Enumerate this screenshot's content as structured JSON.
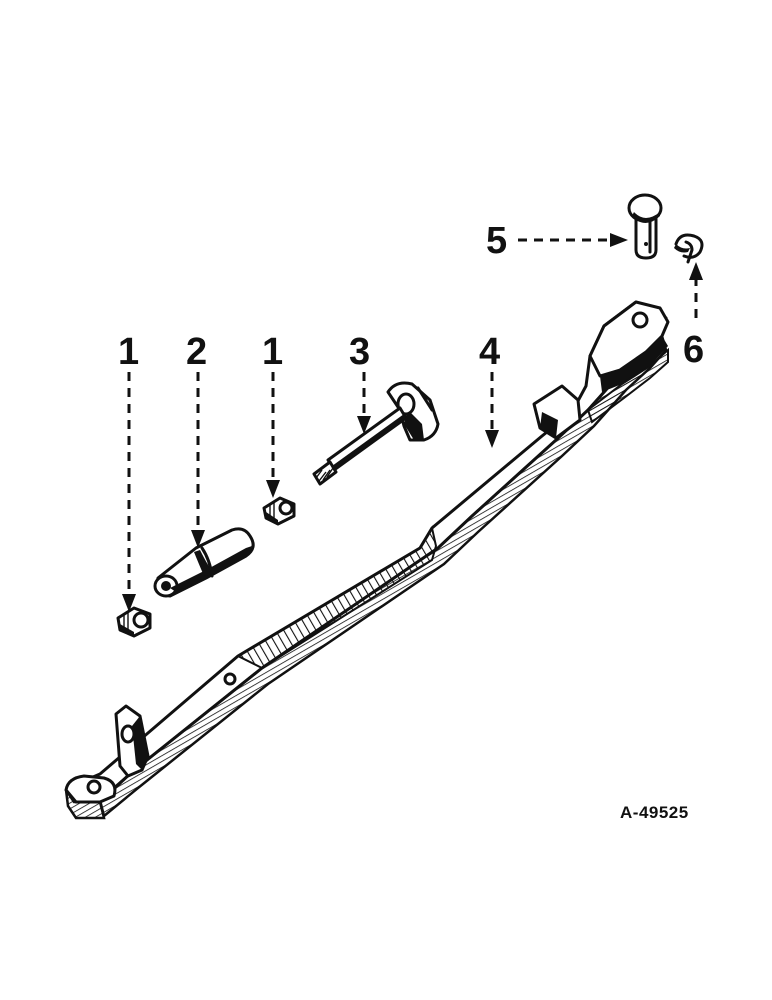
{
  "callouts": [
    {
      "id": "1a",
      "text": "1"
    },
    {
      "id": "2",
      "text": "2"
    },
    {
      "id": "1b",
      "text": "1"
    },
    {
      "id": "3",
      "text": "3"
    },
    {
      "id": "4",
      "text": "4"
    },
    {
      "id": "5",
      "text": "5"
    },
    {
      "id": "6",
      "text": "6"
    }
  ],
  "drawing_number": "A-49525",
  "parts": [
    {
      "callout": "1",
      "icon": "fitting-icon"
    },
    {
      "callout": "2",
      "icon": "turnbuckle-sleeve-icon"
    },
    {
      "callout": "3",
      "icon": "threaded-bolt-with-clevis-icon"
    },
    {
      "callout": "4",
      "icon": "link-bar-icon"
    },
    {
      "callout": "5",
      "icon": "clevis-pin-icon"
    },
    {
      "callout": "6",
      "icon": "cotter-pin-icon"
    }
  ],
  "colors": {
    "ink": "#111111",
    "paper": "#ffffff"
  }
}
